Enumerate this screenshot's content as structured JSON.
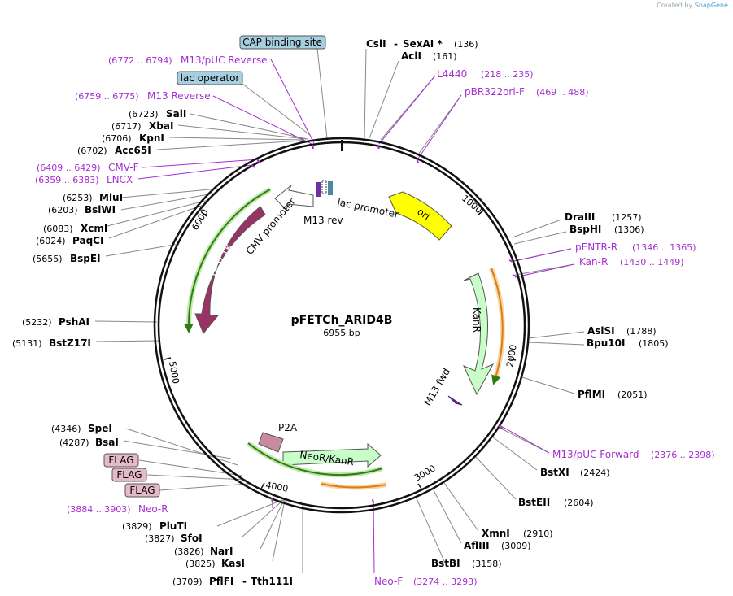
{
  "credit": {
    "prefix": "Created by",
    "brand": "SnapGene"
  },
  "plasmid": {
    "name": "pFETCh_ARID4B",
    "length": "6955 bp"
  },
  "ticks": [
    "1000",
    "2000",
    "3000",
    "4000",
    "5000",
    "6000"
  ],
  "sites": {
    "csi": {
      "name": "CsiI",
      "pos": "(136)"
    },
    "sexai": {
      "name": "SexAI *",
      "dash": "-"
    },
    "acli": {
      "name": "AclI",
      "pos": "(161)"
    },
    "draiii": {
      "name": "DraIII",
      "pos": "(1257)"
    },
    "bsphi": {
      "name": "BspHI",
      "pos": "(1306)"
    },
    "asisi": {
      "name": "AsiSI",
      "pos": "(1788)"
    },
    "bpu10i": {
      "name": "Bpu10I",
      "pos": "(1805)"
    },
    "pflmi": {
      "name": "PflMI",
      "pos": "(2051)"
    },
    "bstxi": {
      "name": "BstXI",
      "pos": "(2424)"
    },
    "bsteii": {
      "name": "BstEII",
      "pos": "(2604)"
    },
    "xmni": {
      "name": "XmnI",
      "pos": "(2910)"
    },
    "afliii": {
      "name": "AflIII",
      "pos": "(3009)"
    },
    "bstbi": {
      "name": "BstBI",
      "pos": "(3158)"
    },
    "pflfi": {
      "name": "PflFI",
      "pos": "(3709)"
    },
    "tth111i": {
      "name": "Tth111I",
      "dash": "-"
    },
    "kasi": {
      "name": "KasI",
      "pos": "(3825)"
    },
    "nari": {
      "name": "NarI",
      "pos": "(3826)"
    },
    "sfoi": {
      "name": "SfoI",
      "pos": "(3827)"
    },
    "pluti": {
      "name": "PluTI",
      "pos": "(3829)"
    },
    "bsai": {
      "name": "BsaI",
      "pos": "(4287)"
    },
    "spei": {
      "name": "SpeI",
      "pos": "(4346)"
    },
    "bstz17i": {
      "name": "BstZ17I",
      "pos": "(5131)"
    },
    "pshai": {
      "name": "PshAI",
      "pos": "(5232)"
    },
    "bspei": {
      "name": "BspEI",
      "pos": "(5655)"
    },
    "paqci": {
      "name": "PaqCI",
      "pos": "(6024)"
    },
    "xcmi": {
      "name": "XcmI",
      "pos": "(6083)"
    },
    "bsiwi": {
      "name": "BsiWI",
      "pos": "(6203)"
    },
    "mlui": {
      "name": "MluI",
      "pos": "(6253)"
    },
    "acc65i": {
      "name": "Acc65I",
      "pos": "(6702)"
    },
    "kpni": {
      "name": "KpnI",
      "pos": "(6706)"
    },
    "xbai": {
      "name": "XbaI",
      "pos": "(6717)"
    },
    "sali": {
      "name": "SalI",
      "pos": "(6723)"
    }
  },
  "primers": {
    "l4440": {
      "name": "L4440",
      "range": "(218 .. 235)"
    },
    "pbr322ori": {
      "name": "pBR322ori-F",
      "range": "(469 .. 488)"
    },
    "pentr": {
      "name": "pENTR-R",
      "range": "(1346 .. 1365)"
    },
    "kanr": {
      "name": "Kan-R",
      "range": "(1430 .. 1449)"
    },
    "m13puc_fwd": {
      "name": "M13/pUC Forward",
      "range": "(2376 .. 2398)"
    },
    "neof": {
      "name": "Neo-F",
      "range": "(3274 .. 3293)"
    },
    "neor": {
      "name": "Neo-R",
      "range": "(3884 .. 3903)"
    },
    "lncx": {
      "name": "LNCX",
      "range": "(6359 .. 6383)"
    },
    "cmvf": {
      "name": "CMV-F",
      "range": "(6409 .. 6429)"
    },
    "m13rev": {
      "name": "M13 Reverse",
      "range": "(6759 .. 6775)"
    },
    "m13puc_rev": {
      "name": "M13/pUC Reverse",
      "range": "(6772 .. 6794)"
    }
  },
  "boxes": {
    "cap": "CAP binding site",
    "lacop": "lac operator",
    "flag1": "FLAG",
    "flag2": "FLAG",
    "flag3": "FLAG"
  },
  "features": {
    "ori": "ori",
    "kanr": "KanR",
    "m13fwd": "M13 fwd",
    "neokanr": "NeoR/KanR",
    "p2a": "P2A",
    "hsvtk": "HSV TK",
    "cmvpromoter": "CMV promoter",
    "m13rev": "M13 rev",
    "lacpromoter": "lac promoter"
  },
  "colors": {
    "primer": "#a52fd0",
    "ori": "#ffff00",
    "kanr": "#c8ffc8",
    "hsvtk": "#993366",
    "flag": "#e6b9c8",
    "box": "#a6cfe0",
    "orange": "#e07b10",
    "green": "#2e7d12"
  }
}
